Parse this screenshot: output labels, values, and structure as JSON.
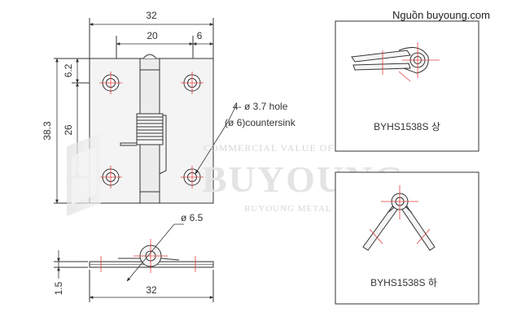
{
  "source_label": "Nguồn buyoung.com",
  "front_view": {
    "width_total": "32",
    "width_inner": "20",
    "width_right": "6",
    "height_total": "38.3",
    "height_top_offset": "6.2",
    "hole_spacing": "26",
    "hole_note_line1": "4- ø 3.7 hole",
    "hole_note_line2": "(ø 6)countersink"
  },
  "side_view": {
    "knuckle_diameter": "ø 6.5",
    "thickness": "1.5",
    "width": "32"
  },
  "detail_open": {
    "caption": "BYHS1538S 상"
  },
  "detail_closed": {
    "caption": "BYHS1538S 하"
  },
  "watermark": {
    "line1": "COMMERCIAL VALUE OF CREATION ENERGY",
    "line2": "BUYOUNG",
    "line3": "BUYOUNG METAL CO."
  },
  "colors": {
    "line": "#333333",
    "center_mark": "#e23c3c",
    "plate": "#f4f4f4"
  }
}
